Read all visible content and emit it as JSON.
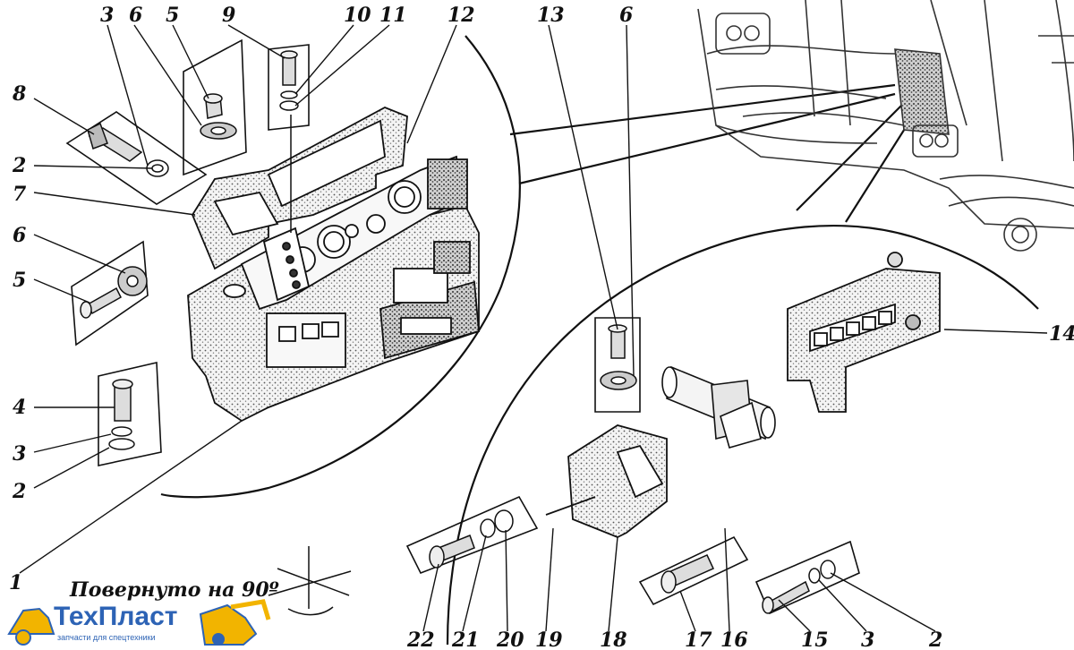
{
  "callouts": {
    "top": [
      "3",
      "6",
      "5",
      "9",
      "10",
      "11",
      "12",
      "13",
      "6"
    ],
    "left": [
      "8",
      "2",
      "7",
      "6",
      "5",
      "4",
      "3",
      "2",
      "1"
    ],
    "right": [
      "14"
    ],
    "bottom": [
      "22",
      "21",
      "20",
      "19",
      "18",
      "17",
      "16",
      "15",
      "3",
      "2"
    ]
  },
  "note": "Повернуто на 90º",
  "logo": {
    "name": "ТехПласт",
    "tagline": "запчасти для спецтехники"
  },
  "colors": {
    "ink": "#111111",
    "logo_blue": "#2d63b5",
    "logo_yellow": "#f2b400"
  }
}
